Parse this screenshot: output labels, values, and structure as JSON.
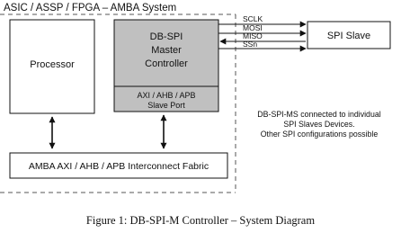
{
  "system": {
    "title": "ASIC / ASSP / FPGA – AMBA System"
  },
  "processor": {
    "label": "Processor"
  },
  "controller": {
    "line1": "DB-SPI",
    "line2": "Master",
    "line3": "Controller",
    "port_line1": "AXI / AHB / APB",
    "port_line2": "Slave Port"
  },
  "fabric": {
    "label": "AMBA AXI / AHB / APB Interconnect Fabric"
  },
  "spi_slave": {
    "label": "SPI Slave"
  },
  "signals": [
    "SCLK",
    "MOSI",
    "MISO",
    "SSn"
  ],
  "note": {
    "line1": "DB-SPI-MS connected to individual",
    "line2": "SPI Slaves Devices.",
    "line3": "Other SPI configurations possible"
  },
  "caption": "Figure 1: DB-SPI-M Controller – System Diagram",
  "colors": {
    "controller_fill": "#c0c0c0",
    "line": "#111111",
    "dashed_border": "#555555"
  }
}
